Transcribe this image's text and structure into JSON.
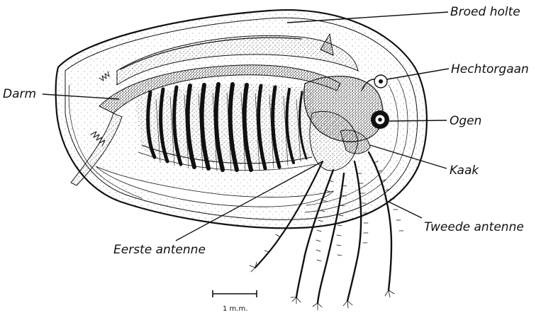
{
  "labels": {
    "broed_holte": "Broed holte",
    "hechtorgaan": "Hechtorgaan",
    "darm": "Darm",
    "ogen": "Ogen",
    "kaak": "Kaak",
    "tweede_antenne": "Tweede antenne",
    "eerste_antenne": "Eerste antenne"
  },
  "scale_bar": {
    "label": "1 m.m."
  },
  "colors": {
    "ink": "#111111",
    "paper": "#ffffff"
  }
}
